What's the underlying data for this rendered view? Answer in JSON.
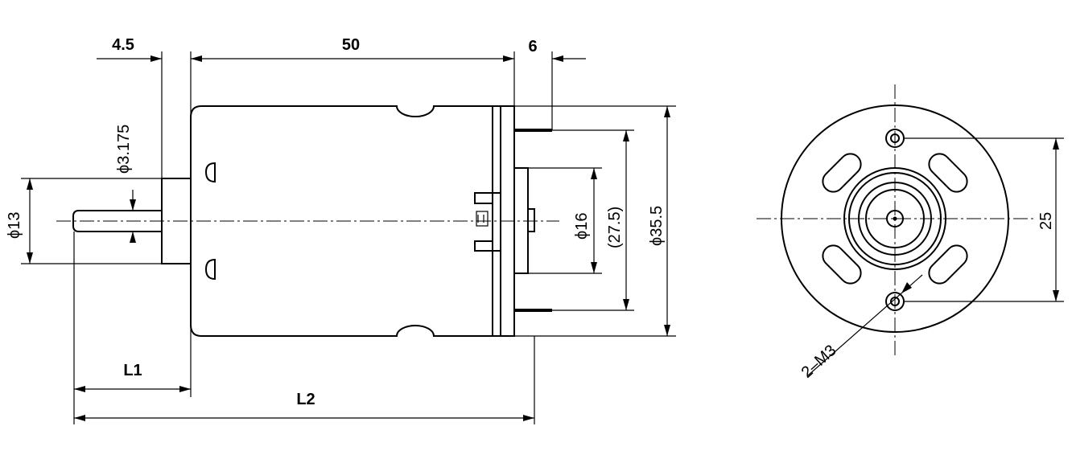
{
  "dimensions": {
    "front_flange": "4.5",
    "body_length": "50",
    "terminal_length": "6",
    "shaft_diameter": "ϕ3.175",
    "boss_diameter": "ϕ13",
    "rear_boss_diameter": "ϕ16",
    "rear_ring_diameter": "(27.5)",
    "body_diameter": "ϕ35.5",
    "hole_spacing": "25",
    "hole_spec": "2–M3",
    "l1": "L1",
    "l2": "L2"
  }
}
